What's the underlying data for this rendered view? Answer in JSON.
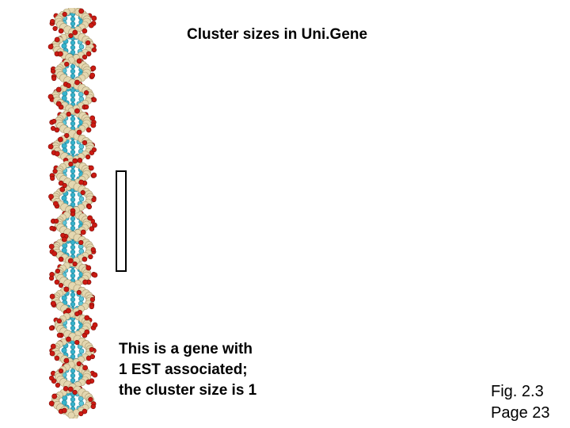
{
  "slide": {
    "title": "Cluster sizes in Uni.Gene",
    "caption_lines": [
      "This is a gene with",
      "1 EST associated;",
      "the cluster size is 1"
    ],
    "figure_label": "Fig. 2.3",
    "page_label": "Page 23"
  },
  "decoration": {
    "dna_icon": "dna-double-helix-icon",
    "colors": {
      "backbone_beige": "#e4d7b0",
      "oxygen_red": "#cc1a12",
      "base_cyan": "#37b3cc",
      "box_border": "#000000"
    }
  }
}
